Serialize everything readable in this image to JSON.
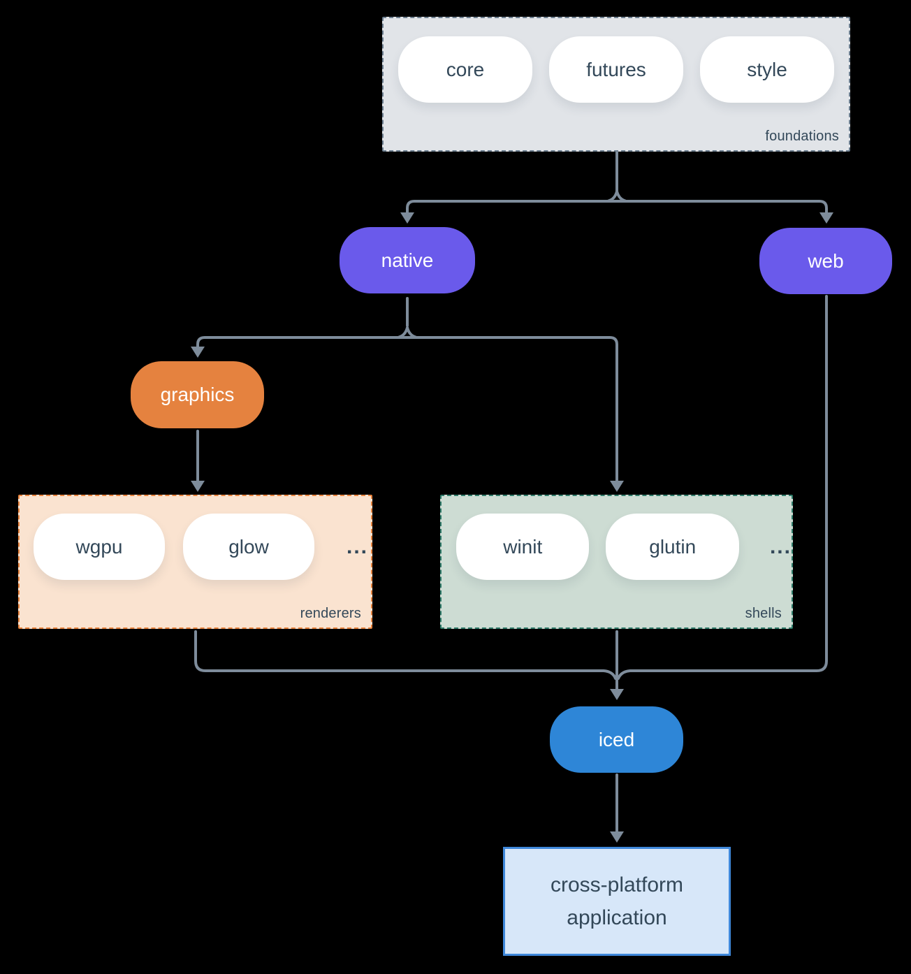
{
  "groups": {
    "foundations": {
      "label": "foundations",
      "pills": [
        "core",
        "futures",
        "style"
      ]
    },
    "renderers": {
      "label": "renderers",
      "pills": [
        "wgpu",
        "glow"
      ],
      "ellipsis": "..."
    },
    "shells": {
      "label": "shells",
      "pills": [
        "winit",
        "glutin"
      ],
      "ellipsis": "..."
    }
  },
  "nodes": {
    "native": "native",
    "web": "web",
    "graphics": "graphics",
    "iced": "iced",
    "application": {
      "line1": "cross-platform",
      "line2": "application"
    }
  },
  "edges": [
    {
      "from": "foundations",
      "to": "native"
    },
    {
      "from": "foundations",
      "to": "web"
    },
    {
      "from": "native",
      "to": "graphics"
    },
    {
      "from": "native",
      "to": "shells"
    },
    {
      "from": "graphics",
      "to": "renderers"
    },
    {
      "from": "renderers",
      "to": "iced"
    },
    {
      "from": "shells",
      "to": "iced"
    },
    {
      "from": "web",
      "to": "iced"
    },
    {
      "from": "iced",
      "to": "application"
    }
  ],
  "colors": {
    "background": "#000000",
    "connector": "#7e8c9b",
    "node_purple": "#6a5aeb",
    "node_orange": "#e5823f",
    "node_blue": "#2e86d7",
    "pill_white": "#ffffff",
    "foundations_bg": "#e1e4e8",
    "foundations_border": "#6d7f90",
    "renderers_bg": "#fae3d0",
    "renderers_border": "#e8833d",
    "shells_bg": "#cddcd3",
    "shells_border": "#2f7c6a",
    "application_bg": "#d7e7f9",
    "application_border": "#3f88da",
    "text_dark": "#334859",
    "text_light": "#ffffff"
  }
}
